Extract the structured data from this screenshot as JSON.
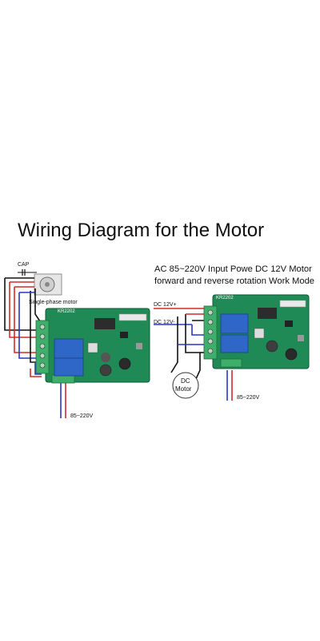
{
  "title": "Wiring Diagram for the Motor",
  "left_diagram": {
    "cap_label": "CAP",
    "motor_label": "Single-phase motor",
    "board_label": "KR2202",
    "power_label": "85~220V"
  },
  "right_diagram": {
    "subtitle_line1": "AC 85~220V Input Powe DC 12V Motor",
    "subtitle_line2": "forward and reverse  rotation Work Mode",
    "dc_plus_label": "DC 12V+",
    "dc_minus_label": "DC 12V-",
    "motor_label_line1": "DC",
    "motor_label_line2": "Motor",
    "board_label": "KR2202",
    "power_label": "85~220V"
  },
  "colors": {
    "pcb": "#1f8a55",
    "relay": "#2f67c8",
    "terminal": "#3fae6a",
    "wire_red": "#d42a2a",
    "wire_blue": "#2a35c8",
    "wire_black": "#111111"
  }
}
